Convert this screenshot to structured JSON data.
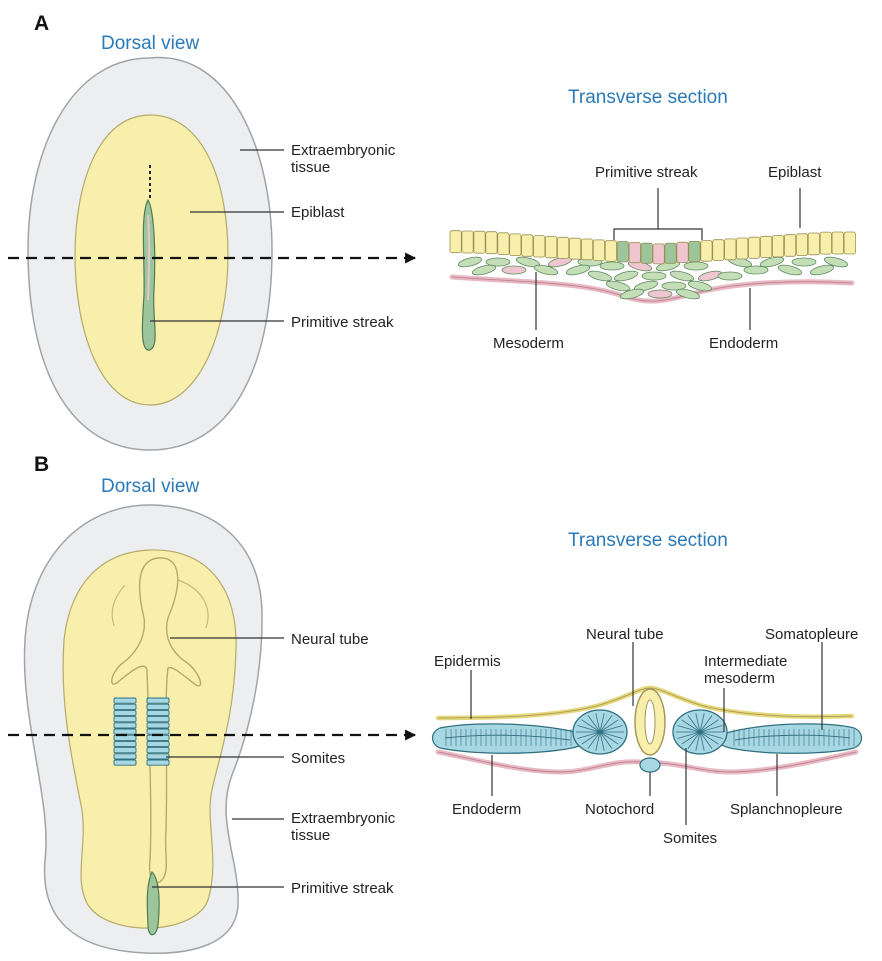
{
  "colors": {
    "title": "#2a7ab8",
    "outer_tissue": "#eceef0",
    "epiblast": "#f7efab",
    "mesoderm": "#c4dfb7",
    "endoderm": "#f0d5dc",
    "somites": "#a7d7e2",
    "streak_green": "#9cc59c",
    "streak_pink": "#efc6cf"
  },
  "panel_a": {
    "letter": "A",
    "dorsal_title": "Dorsal view",
    "section_title": "Transverse section",
    "labels": {
      "extraembryonic": "Extraembryonic\ntissue",
      "epiblast": "Epiblast",
      "primitive_streak": "Primitive streak",
      "section_primitive_streak": "Primitive streak",
      "section_epiblast": "Epiblast",
      "mesoderm": "Mesoderm",
      "endoderm": "Endoderm"
    }
  },
  "panel_b": {
    "letter": "B",
    "dorsal_title": "Dorsal view",
    "section_title": "Transverse section",
    "labels": {
      "neural_tube": "Neural tube",
      "somites": "Somites",
      "extraembryonic": "Extraembryonic\ntissue",
      "primitive_streak": "Primitive streak",
      "section_neural_tube": "Neural tube",
      "somatopleure": "Somatopleure",
      "epidermis": "Epidermis",
      "intermediate_mesoderm": "Intermediate\nmesoderm",
      "endoderm": "Endoderm",
      "notochord": "Notochord",
      "somites_section": "Somites",
      "splanchnopleure": "Splanchnopleure"
    }
  }
}
